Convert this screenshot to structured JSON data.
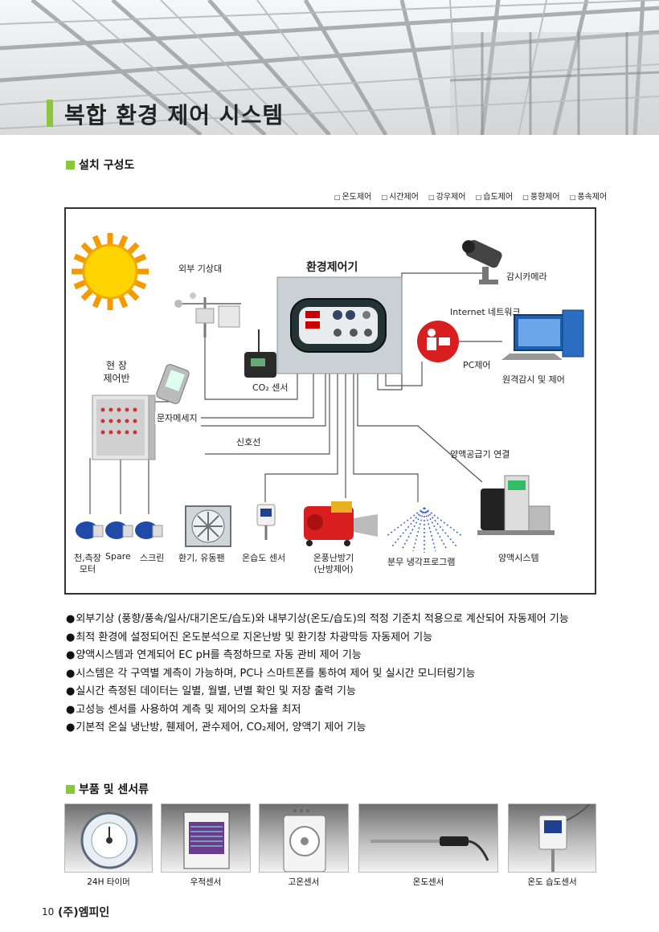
{
  "header": {
    "title": "복합 환경 제어 시스템"
  },
  "section1": {
    "title": "설치 구성도",
    "controls": [
      "온도제어",
      "시간제어",
      "강우제어",
      "습도제어",
      "풍향제어",
      "풍속제어"
    ]
  },
  "diagram": {
    "controller_title": "환경제어기",
    "weather_station": "외부 기상대",
    "cctv": "감시카메라",
    "internet": "Internet 네트워크",
    "pc_control": "PC제어",
    "remote": "원격감시 및 제어",
    "field_panel_line1": "현  장",
    "field_panel_line2": "제어반",
    "co2_sensor": "CO₂ 센서",
    "sms": "문자메세지",
    "signal_line": "신호선",
    "nutrient_supply": "양액공급기 연결",
    "motor_label_line1": "천,측장",
    "motor_label_line2": "모터",
    "spare": "Spare",
    "screen": "스크린",
    "fan": "환기, 유동팬",
    "th_sensor": "온습도 센서",
    "heater_line1": "온풍난방기",
    "heater_line2": "(난방제어)",
    "mist": "분무 냉각프로그램",
    "nutrient_system": "양액시스템"
  },
  "features": [
    "외부기상 (풍향/풍속/일사/대기온도/습도)와 내부기상(온도/습도)의 적정 기준치 적용으로 계산되어 자동제어 기능",
    "최적 환경에 설정되어진 온도분석으로 지온난방 및 환기창 차광막등 자동제어 기능",
    "양액시스템과 연계되어 EC pH를 측정하므로 자동 관비 제어 기능",
    "시스템은 각 구역별 계측이 가능하며, PC나 스마트폰를 통하여 제어 및 실시간 모니터링기능",
    "실시간 측정된 데이터는 일별, 월별, 년별 확인 및 저장 출력 기능",
    "고성능 센서를 사용하여 계측 및 제어의 오차율 최저",
    "기본적 온실 냉난방, 휀제어, 관수제어, CO₂제어, 양액기 제어 기능"
  ],
  "section2": {
    "title": "부품 및 센서류",
    "parts": [
      "24H 타이머",
      "우적센서",
      "고온센서",
      "온도센서",
      "온도 습도센서"
    ]
  },
  "footer": {
    "page_number": "10",
    "company": "(주)엠피인"
  },
  "colors": {
    "accent": "#8cc63f",
    "frame": "#333333",
    "wire": "#555555"
  }
}
